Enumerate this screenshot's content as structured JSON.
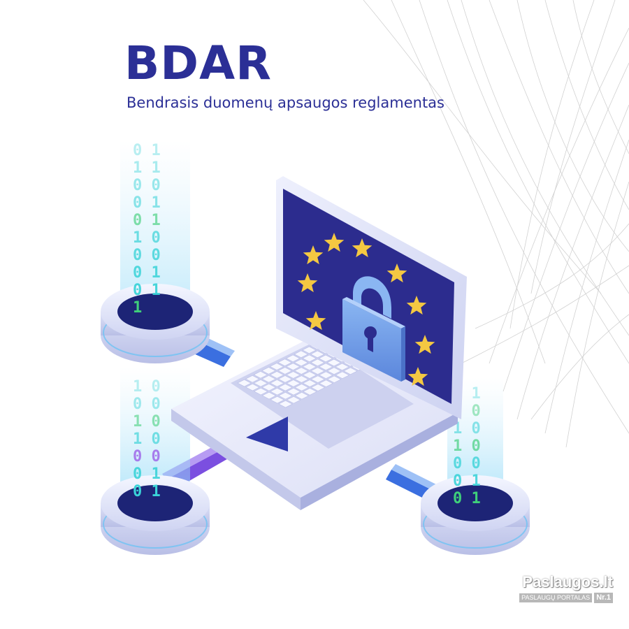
{
  "header": {
    "title": "BDAR",
    "subtitle": "Bendrasis duomenų apsaugos reglamentas"
  },
  "watermark": {
    "brand": "Paslaugos.lt",
    "tagline": "PASLAUGŲ PORTALAS",
    "rank": "Nr.1"
  },
  "binary_columns": {
    "top_left": [
      "0 1",
      "1 1",
      "0 0",
      "0 1",
      "0 1",
      "1 0",
      "0 0",
      "0 1",
      "0 1",
      "1"
    ],
    "bottom_left": [
      "1 0",
      "0 0",
      "1 0",
      "1 0",
      "0 0",
      "0 1",
      "0 1"
    ],
    "bottom_right": [
      "0 1",
      "0 0",
      "1 0",
      "1 0",
      "0 0",
      "0 1",
      "0 1"
    ]
  },
  "colors": {
    "brand": "#2b2f96",
    "screen": "#2c2c8e",
    "star": "#f4c842",
    "lock": "#6f9fe6",
    "pipe": "#3b6fe0",
    "pipe_purple": "#7b4fe0",
    "digit_cyan": "#3ad3d8",
    "digit_green": "#3fcf7a",
    "digit_purple": "#9a5de8"
  }
}
